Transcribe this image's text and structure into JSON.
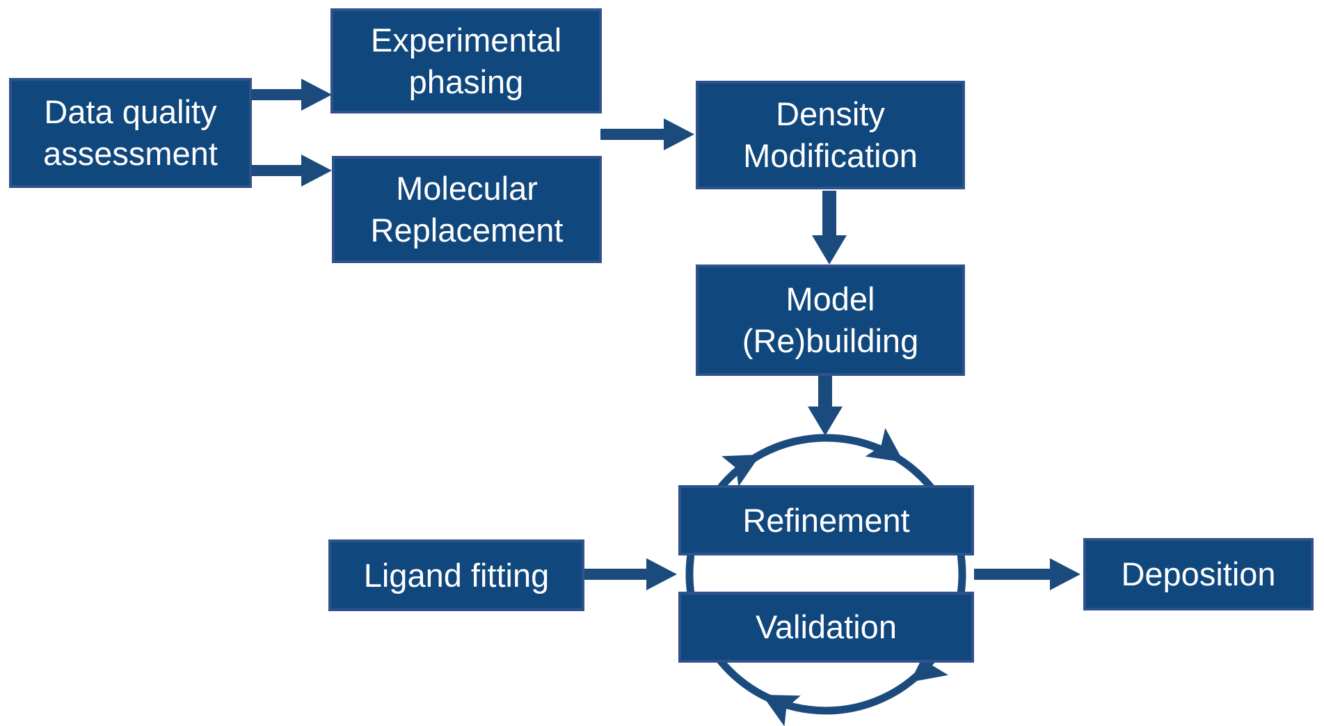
{
  "diagram": {
    "type": "flowchart",
    "background": "#ffffff",
    "colors": {
      "node_fill": "#10477D",
      "node_border": "#2F518C",
      "arrow": "#1B4B7D",
      "text": "#ffffff"
    },
    "nodes": [
      {
        "id": "data-quality-assessment",
        "lines": [
          "Data quality",
          "assessment"
        ]
      },
      {
        "id": "experimental-phasing",
        "lines": [
          "Experimental",
          "phasing"
        ]
      },
      {
        "id": "molecular-replacement",
        "lines": [
          "Molecular",
          "Replacement"
        ]
      },
      {
        "id": "density-modification",
        "lines": [
          "Density",
          "Modification"
        ]
      },
      {
        "id": "model-rebuilding",
        "lines": [
          "Model",
          "(Re)building"
        ]
      },
      {
        "id": "refinement",
        "lines": [
          "Refinement"
        ]
      },
      {
        "id": "validation",
        "lines": [
          "Validation"
        ]
      },
      {
        "id": "ligand-fitting",
        "lines": [
          "Ligand fitting"
        ]
      },
      {
        "id": "deposition",
        "lines": [
          "Deposition"
        ]
      }
    ],
    "edges": [
      {
        "from": "data-quality-assessment",
        "to": "experimental-phasing"
      },
      {
        "from": "data-quality-assessment",
        "to": "molecular-replacement"
      },
      {
        "from": "experimental-phasing / molecular-replacement",
        "to": "density-modification"
      },
      {
        "from": "density-modification",
        "to": "model-rebuilding"
      },
      {
        "from": "model-rebuilding",
        "to": "refinement-validation-cycle"
      },
      {
        "from": "ligand-fitting",
        "to": "refinement-validation-cycle"
      },
      {
        "from": "refinement-validation-cycle",
        "to": "deposition"
      }
    ],
    "cycle": {
      "nodes": [
        "refinement",
        "validation"
      ],
      "direction": "clockwise",
      "arrowhead_count": 4
    }
  }
}
